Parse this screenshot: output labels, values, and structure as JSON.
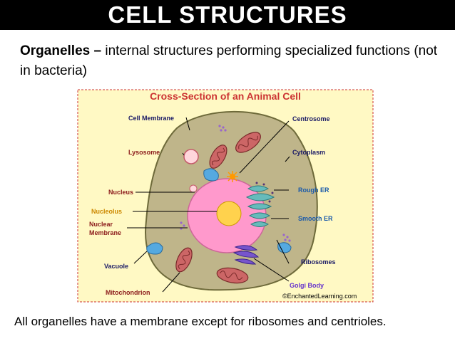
{
  "slide": {
    "title": "CELL STRUCTURES",
    "term": "Organelles –",
    "definition": " internal structures performing specialized functions (not in bacteria)",
    "footer": "All organelles have a membrane except for ribosomes and centrioles."
  },
  "diagram": {
    "title": "Cross-Section of an Animal Cell",
    "credit": "©EnchantedLearning.com",
    "labels": {
      "cell_membrane": "Cell Membrane",
      "lysosome": "Lysosome",
      "nucleus": "Nucleus",
      "nucleolus": "Nucleolus",
      "nuclear_membrane_1": "Nuclear",
      "nuclear_membrane_2": "Membrane",
      "vacuole": "Vacuole",
      "mitochondrion": "Mitochondrion",
      "centrosome": "Centrosome",
      "cytoplasm": "Cytoplasm",
      "rough_er": "Rough ER",
      "smooth_er": "Smooth ER",
      "ribosomes": "Ribosomes",
      "golgi_body": "Golgi Body"
    },
    "colors": {
      "background": "#fff9c4",
      "border": "#cc3333",
      "title": "#cc3333",
      "cell_fill": "#bfb58a",
      "cell_stroke": "#6e6a3a",
      "nucleus_fill": "#ff99cc",
      "nucleolus_fill": "#ffd24d",
      "mitochondrion_fill": "#cc6666",
      "lysosome_fill": "#ffd6dc",
      "vacuole_fill": "#55a9e0",
      "er_fill": "#66bbbb",
      "golgi_fill": "#7755cc",
      "ribosome_fill": "#9966cc",
      "label_dark": "#1a1a66",
      "label_dark_red": "#8b1a1a",
      "label_nucleolus": "#cc8800",
      "label_blue": "#1a5aaa",
      "label_golgi": "#6633cc"
    }
  }
}
